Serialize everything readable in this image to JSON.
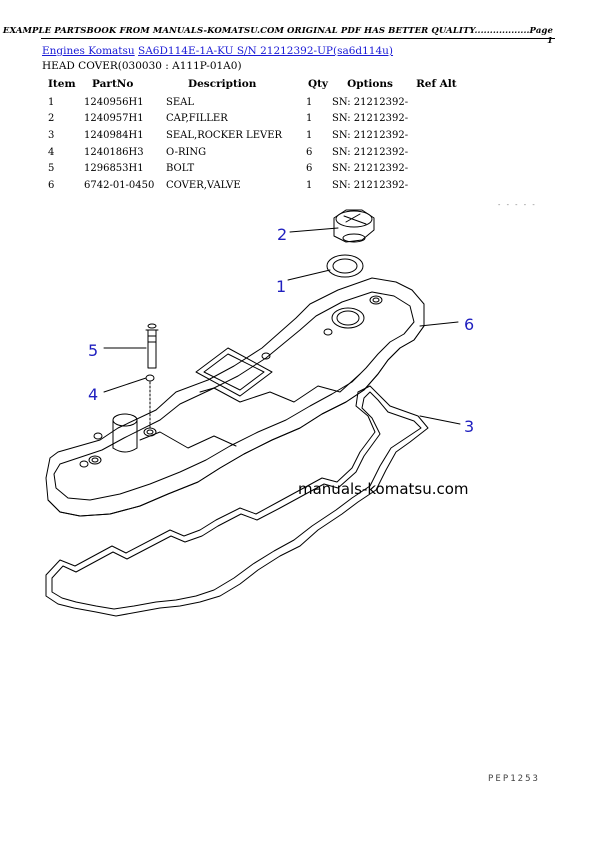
{
  "header": {
    "text": "EXAMPLE PARTSBOOK FROM MANUALS-KOMATSU.COM ORIGINAL PDF HAS BETTER QUALITY..................Page 1"
  },
  "breadcrumb": {
    "link1": "Engines Komatsu",
    "link2": "SA6D114E-1A-KU S/N 21212392-UP(sa6d114u)"
  },
  "section": {
    "title": "HEAD COVER(030030 : A111P-01A0)"
  },
  "table": {
    "headers": [
      "Item",
      "PartNo",
      "Description",
      "Qty",
      "Options",
      "Ref Alt"
    ],
    "rows": [
      {
        "item": "1",
        "part": "1240956H1",
        "desc": "SEAL",
        "qty": "1",
        "opt": "SN: 21212392-",
        "ref": ""
      },
      {
        "item": "2",
        "part": "1240957H1",
        "desc": "CAP,FILLER",
        "qty": "1",
        "opt": "SN: 21212392-",
        "ref": ""
      },
      {
        "item": "3",
        "part": "1240984H1",
        "desc": "SEAL,ROCKER LEVER",
        "qty": "1",
        "opt": "SN: 21212392-",
        "ref": ""
      },
      {
        "item": "4",
        "part": "1240186H3",
        "desc": "O-RING",
        "qty": "6",
        "opt": "SN: 21212392-",
        "ref": ""
      },
      {
        "item": "5",
        "part": "1296853H1",
        "desc": "BOLT",
        "qty": "6",
        "opt": "SN: 21212392-",
        "ref": ""
      },
      {
        "item": "6",
        "part": "6742-01-0450",
        "desc": "COVER,VALVE",
        "qty": "1",
        "opt": "SN: 21212392-",
        "ref": ""
      }
    ]
  },
  "diagram": {
    "callouts": [
      "2",
      "1",
      "6",
      "5",
      "4",
      "3"
    ],
    "watermark": "manuals-komatsu.com",
    "callout_color": "#1f1fbf"
  },
  "footer": {
    "code": "PEP1253"
  }
}
